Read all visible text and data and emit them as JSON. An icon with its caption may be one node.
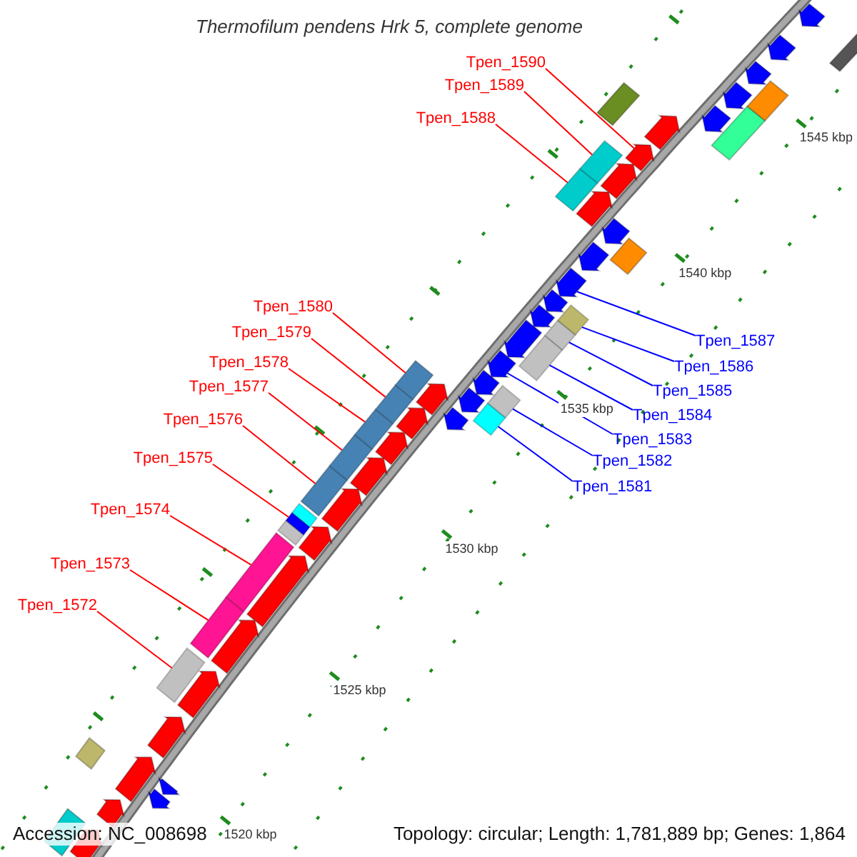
{
  "diagram": {
    "title": "Thermofilum pendens Hrk 5, complete genome",
    "nodes": [
      {
        "text": [
          "Tpen_1572"
        ]
      },
      {
        "text": [
          "Tpen_1573"
        ]
      },
      {
        "text": [
          "Tpen_1574"
        ]
      },
      {
        "text": [
          "Tpen_1575"
        ]
      },
      {
        "text": [
          "Tpen_1576"
        ]
      },
      {
        "text": [
          "Tpen_1577"
        ]
      },
      {
        "text": [
          "Tpen_1578"
        ]
      },
      {
        "text": [
          "Tpen_1579"
        ]
      },
      {
        "text": [
          "Tpen_1580"
        ]
      },
      {
        "text": [
          "Tpen_1581"
        ]
      },
      {
        "text": [
          "Tpen_1582"
        ]
      },
      {
        "text": [
          "Tpen_1583"
        ]
      },
      {
        "text": [
          "Tpen_1584"
        ]
      },
      {
        "text": [
          "Tpen_1585"
        ]
      },
      {
        "text": [
          "Tpen_1586"
        ]
      },
      {
        "text": [
          "Tpen_1587"
        ]
      },
      {
        "text": [
          "Tpen_1588"
        ]
      },
      {
        "text": [
          "Tpen_1589"
        ]
      },
      {
        "text": [
          "Tpen_1590"
        ]
      },
      {
        "text": [],
        "shape": "arrow"
      },
      {
        "text": [],
        "shape": "arrow"
      },
      {
        "text": [],
        "shape": "arrow"
      },
      {
        "text": [],
        "shape": "arrow"
      },
      {
        "text": [],
        "shape": "arrow"
      },
      {
        "text": [],
        "shape": "arrow"
      },
      {
        "text": [],
        "shape": "arrow"
      },
      {
        "text": [],
        "shape": "arrow"
      },
      {
        "text": [],
        "shape": "arrow"
      },
      {
        "text": [],
        "shape": "arrow"
      },
      {
        "text": [],
        "shape": "arrow"
      },
      {
        "text": [],
        "shape": "arrow"
      },
      {
        "text": [],
        "shape": "arrow"
      },
      {
        "text": [],
        "shape": "arrow"
      },
      {
        "text": [],
        "shape": "arrow"
      },
      {
        "text": [],
        "shape": "arrow"
      },
      {
        "text": [],
        "shape": "arrow"
      },
      {
        "text": [],
        "shape": "arrow"
      },
      {
        "text": [],
        "shape": "arrow"
      },
      {
        "text": [],
        "shape": "arrow"
      },
      {
        "text": [],
        "shape": "arrow"
      },
      {
        "text": [],
        "shape": "arrow"
      },
      {
        "text": [],
        "shape": "arrow"
      },
      {
        "text": [],
        "shape": "box"
      },
      {
        "text": [],
        "shape": "box"
      },
      {
        "text": [],
        "shape": "arrow"
      },
      {
        "text": [],
        "shape": "arrow"
      },
      {
        "text": [],
        "shape": "arrow"
      },
      {
        "text": [],
        "shape": "arrow"
      },
      {
        "text": [],
        "shape": "arrow"
      },
      {
        "text": [],
        "shape": "box"
      },
      {
        "text": [],
        "shape": "arrow"
      },
      {
        "text": [],
        "shape": "box"
      },
      {
        "text": [],
        "shape": "arrow"
      },
      {
        "text": [],
        "shape": "arrow"
      },
      {
        "text": [],
        "shape": "arrow"
      },
      {
        "text": [],
        "shape": "arrow"
      },
      {
        "text": [],
        "shape": "arrow"
      },
      {
        "text": [],
        "shape": "box"
      },
      {
        "text": [],
        "shape": "box"
      },
      {
        "text": [],
        "shape": "box"
      }
    ],
    "edges": [
      {
        "from": 0,
        "to": 19,
        "arrow": "none"
      },
      {
        "from": 1,
        "to": 20,
        "arrow": "none"
      },
      {
        "from": 2,
        "to": 21,
        "arrow": "none"
      },
      {
        "from": 3,
        "to": 22,
        "arrow": "none"
      },
      {
        "from": 4,
        "to": 23,
        "arrow": "none"
      },
      {
        "from": 5,
        "to": 24,
        "arrow": "none"
      },
      {
        "from": 6,
        "to": 25,
        "arrow": "none"
      },
      {
        "from": 7,
        "to": 26,
        "arrow": "none"
      },
      {
        "from": 8,
        "to": 27,
        "arrow": "none"
      },
      {
        "from": 9,
        "to": 28,
        "arrow": "none",
        "color": "#0000ff"
      },
      {
        "from": 10,
        "to": 29,
        "arrow": "none",
        "color": "#0000ff"
      },
      {
        "from": 11,
        "to": 30,
        "arrow": "none",
        "color": "#0000ff"
      },
      {
        "from": 12,
        "to": 31,
        "arrow": "none",
        "color": "#0000ff"
      },
      {
        "from": 13,
        "to": 32,
        "arrow": "none",
        "color": "#0000ff"
      },
      {
        "from": 14,
        "to": 33,
        "arrow": "none",
        "color": "#0000ff"
      },
      {
        "from": 15,
        "to": 34,
        "arrow": "none",
        "color": "#0000ff"
      },
      {
        "from": 16,
        "to": 35,
        "arrow": "none"
      },
      {
        "from": 17,
        "to": 36,
        "arrow": "none"
      },
      {
        "from": 18,
        "to": 37,
        "arrow": "none"
      }
    ],
    "labels": [
      "1520 kbp",
      "1525 kbp",
      "1530 kbp",
      "1535 kbp",
      "1540 kbp",
      "1545 kbp",
      "Accession: NC_008698",
      "Topology: circular; Length: 1,781,889 bp; Genes: 1,864"
    ]
  }
}
